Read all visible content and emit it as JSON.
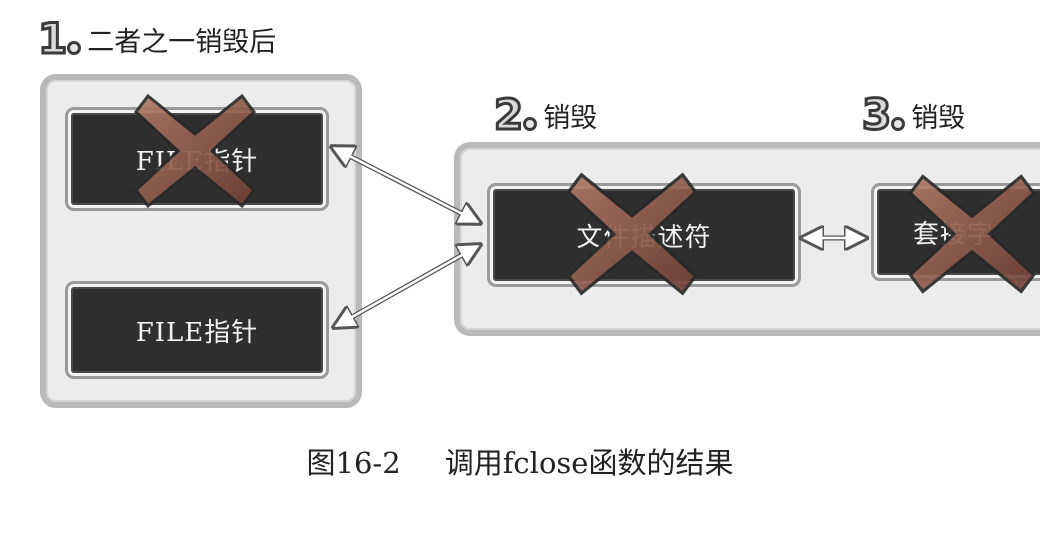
{
  "steps": [
    {
      "number": "1",
      "label": "二者之一销毁后"
    },
    {
      "number": "2",
      "label": "销毁"
    },
    {
      "number": "3",
      "label": "销毁"
    }
  ],
  "boxes": {
    "file_pointer_top": "FILE指针",
    "file_pointer_bottom": "FILE指针",
    "file_descriptor": "文件描述符",
    "socket": "套接字"
  },
  "caption": {
    "figure_number": "图16-2",
    "text": "调用fclose函数的结果"
  },
  "colors": {
    "box_fill": "#2f2f2f",
    "panel_fill": "#ececec",
    "cross_fill": "#8c5a4a"
  },
  "icons": {
    "destroyed_mark": "cross-icon",
    "link": "double-arrow-icon"
  }
}
